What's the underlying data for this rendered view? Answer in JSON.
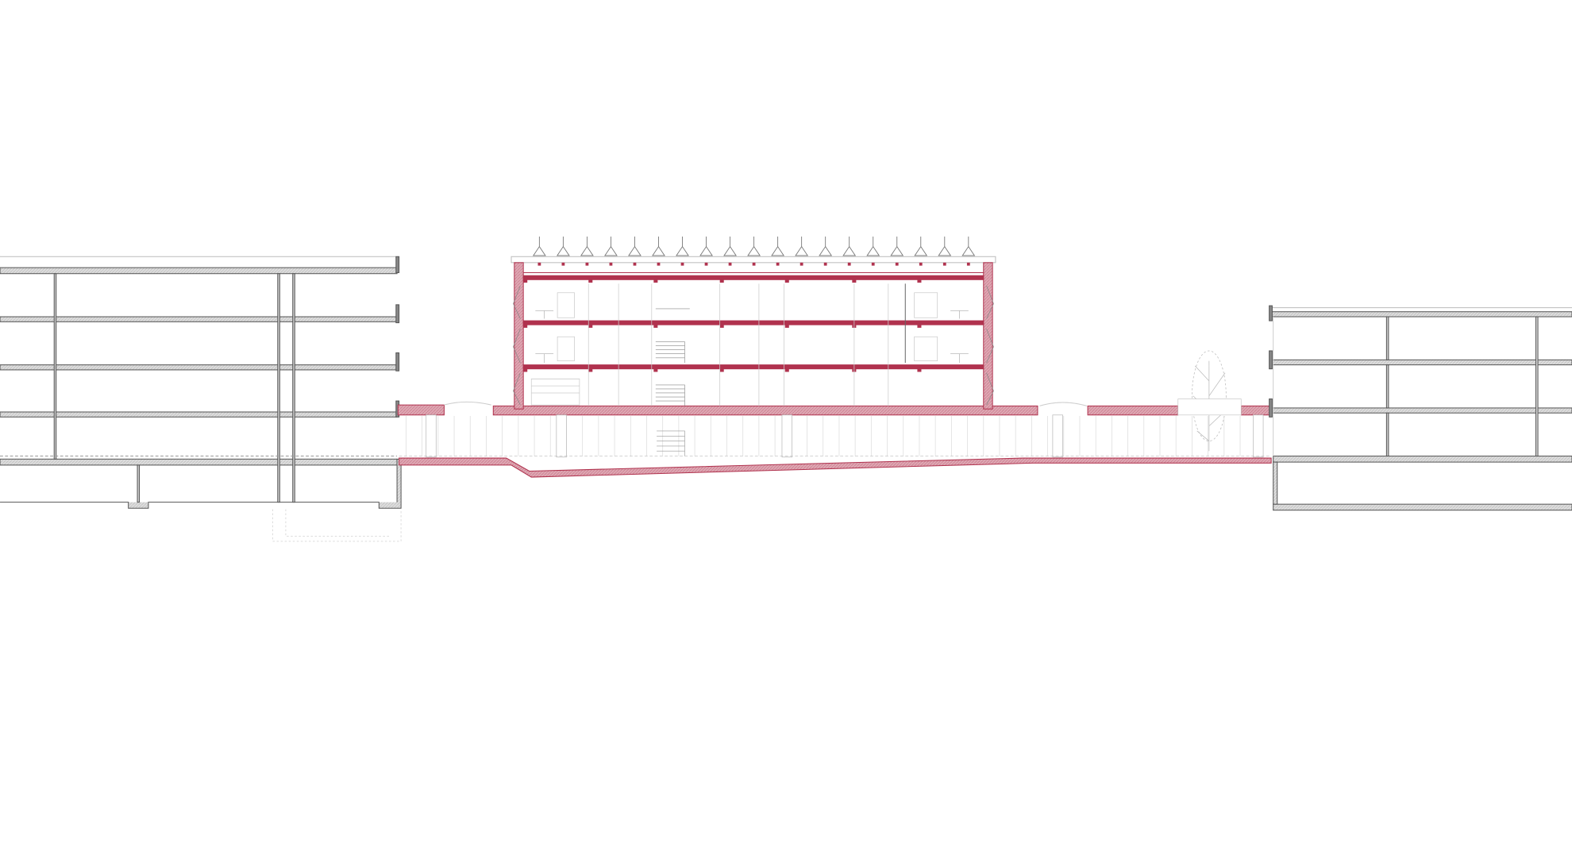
{
  "drawing": {
    "colors": {
      "cut_new": "#b0324e",
      "cut_new_fill": "#d99aa8",
      "cut_existing": "#555555",
      "cut_existing_fill": "#dcdcdc",
      "elevation_line": "#c8c8c8",
      "background": "#ffffff"
    },
    "central_building": {
      "floors": 3,
      "roof_fins": 19
    },
    "left_building": {
      "floors": 4,
      "basement_levels": 1
    },
    "right_building": {
      "floors": 3,
      "basement_levels": 1
    }
  }
}
